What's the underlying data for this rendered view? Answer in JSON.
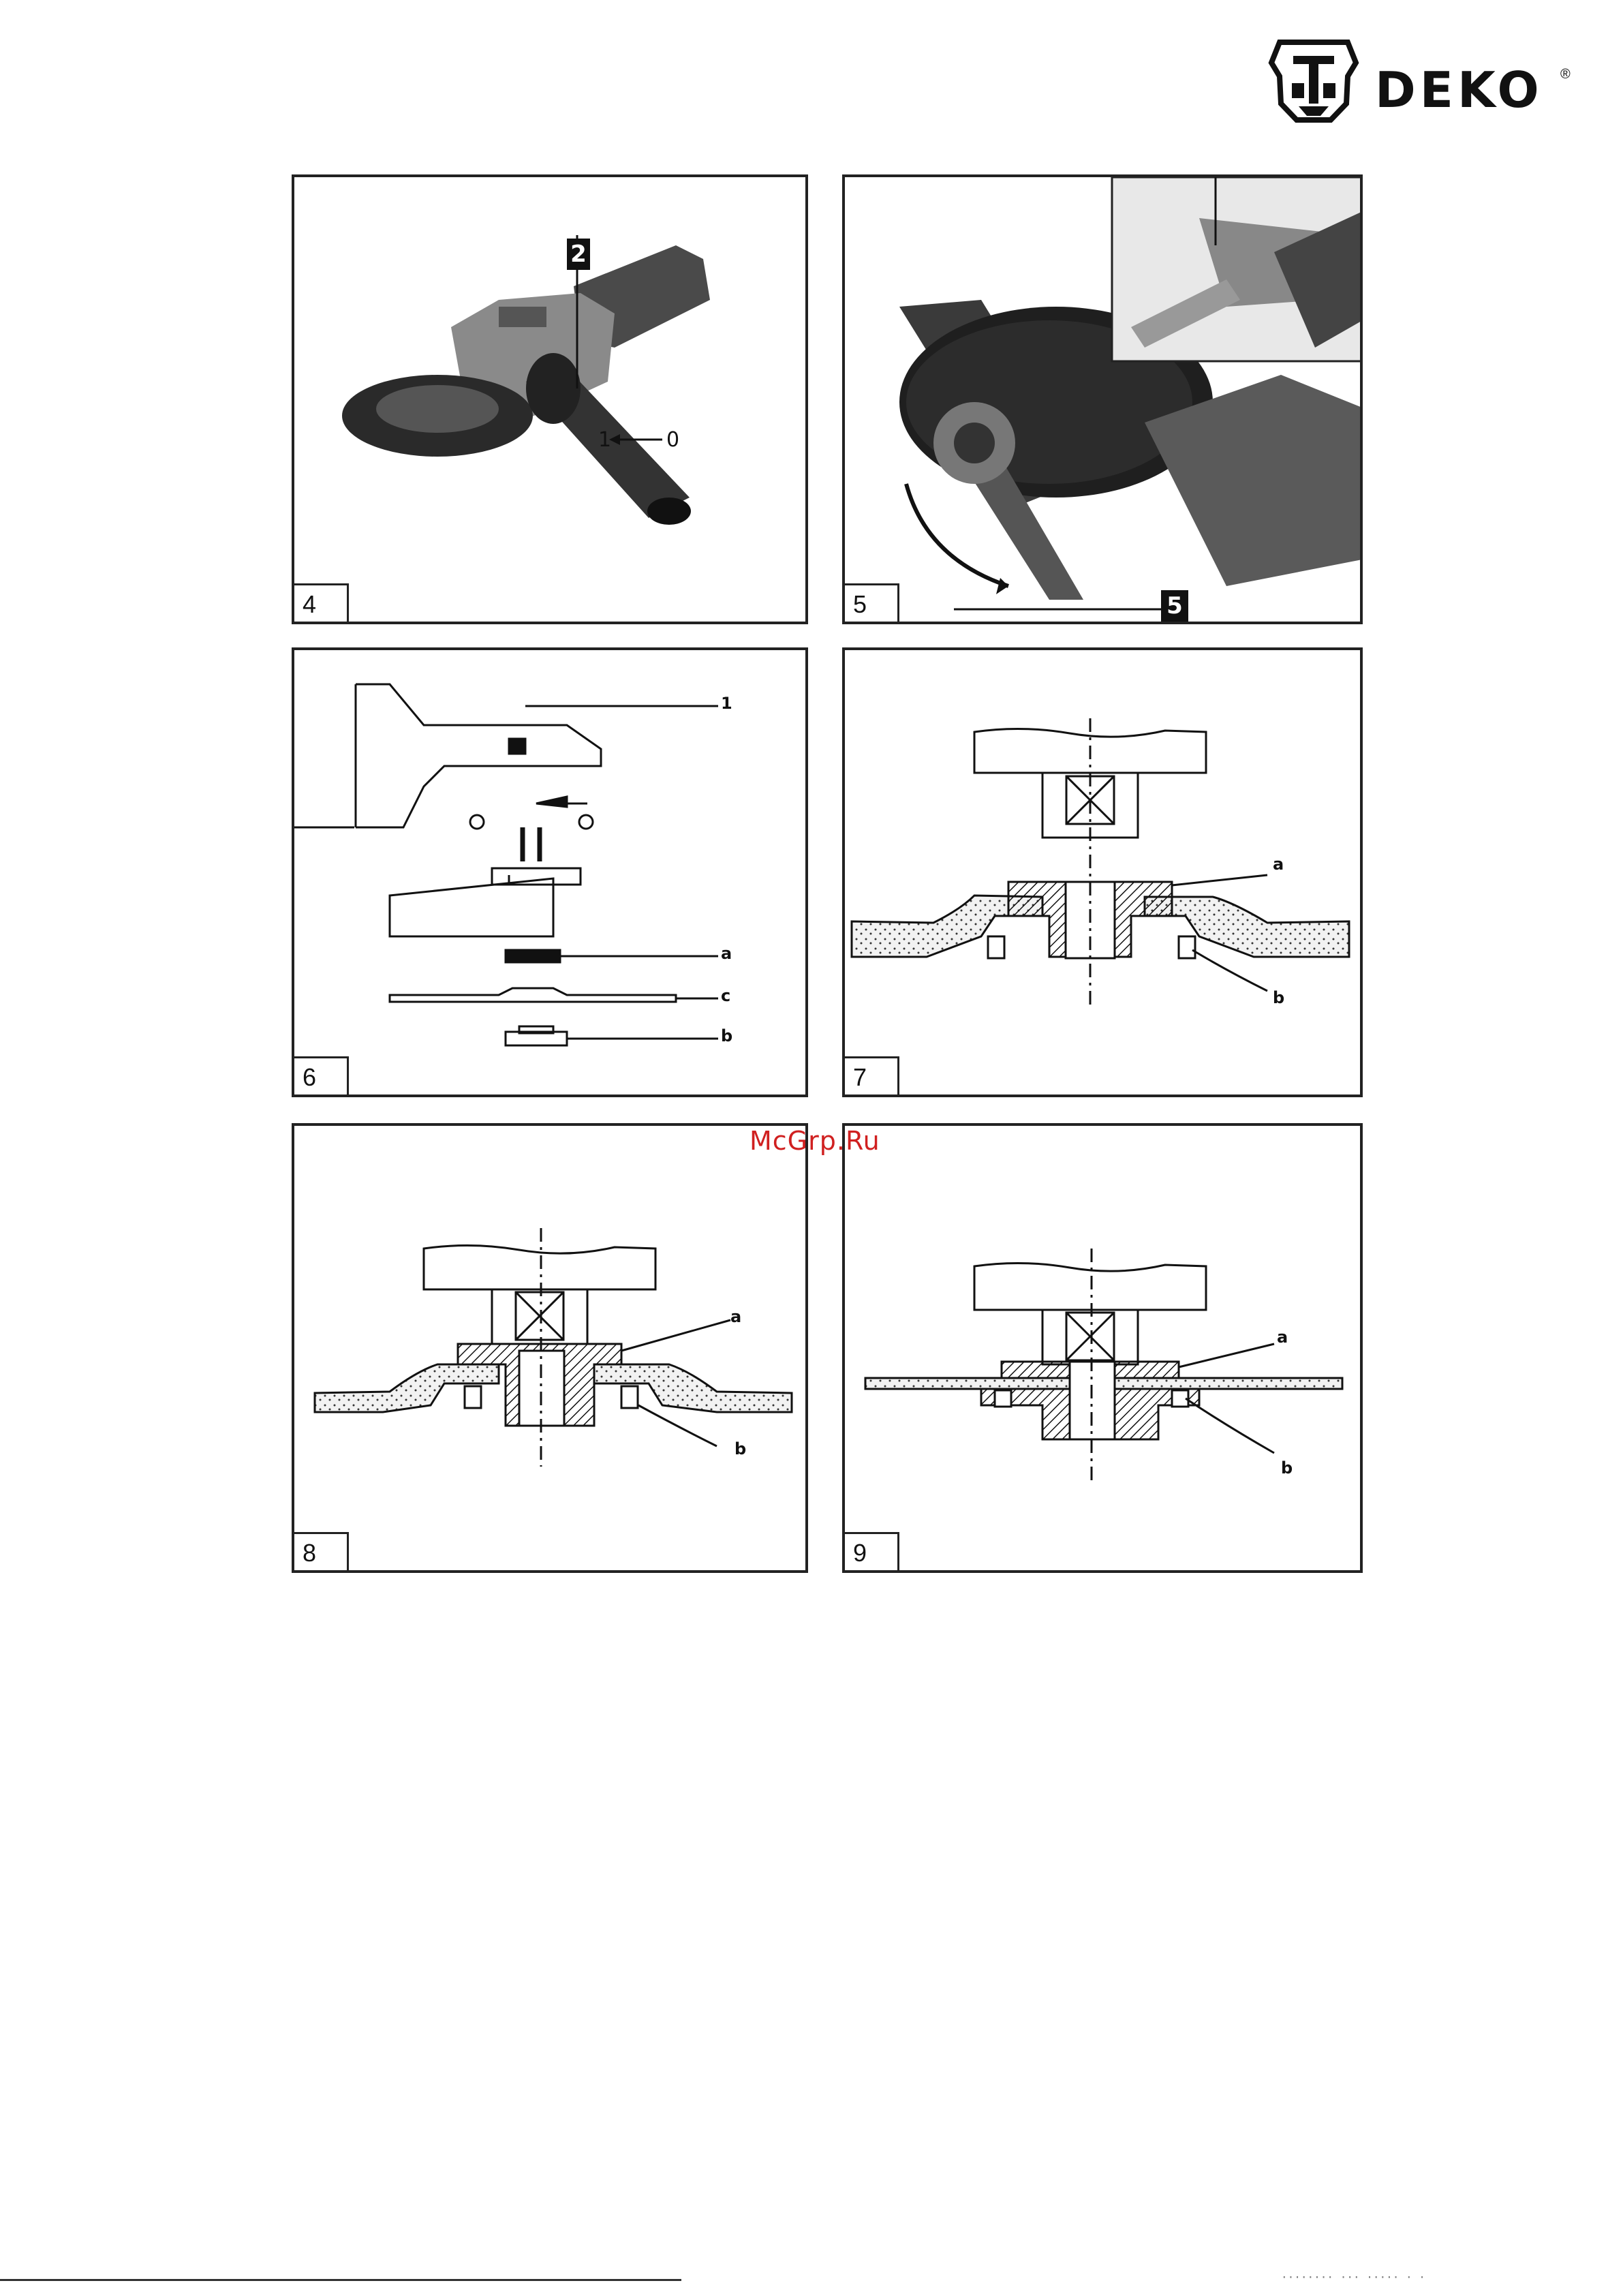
{
  "brand": {
    "name": "DEKO",
    "registered": "®"
  },
  "watermark": "McGrp.Ru",
  "figures": [
    {
      "number": "4",
      "callout": "2",
      "annotation_left": "1",
      "annotation_right": "0"
    },
    {
      "number": "5",
      "callout": "5"
    },
    {
      "number": "6",
      "labels": [
        "1",
        "a",
        "c",
        "b"
      ]
    },
    {
      "number": "7",
      "labels": [
        "a",
        "b"
      ]
    },
    {
      "number": "8",
      "labels": [
        "a",
        "b"
      ]
    },
    {
      "number": "9",
      "labels": [
        "a",
        "b"
      ]
    }
  ],
  "footer_text": "········ ··· ····· · ·"
}
